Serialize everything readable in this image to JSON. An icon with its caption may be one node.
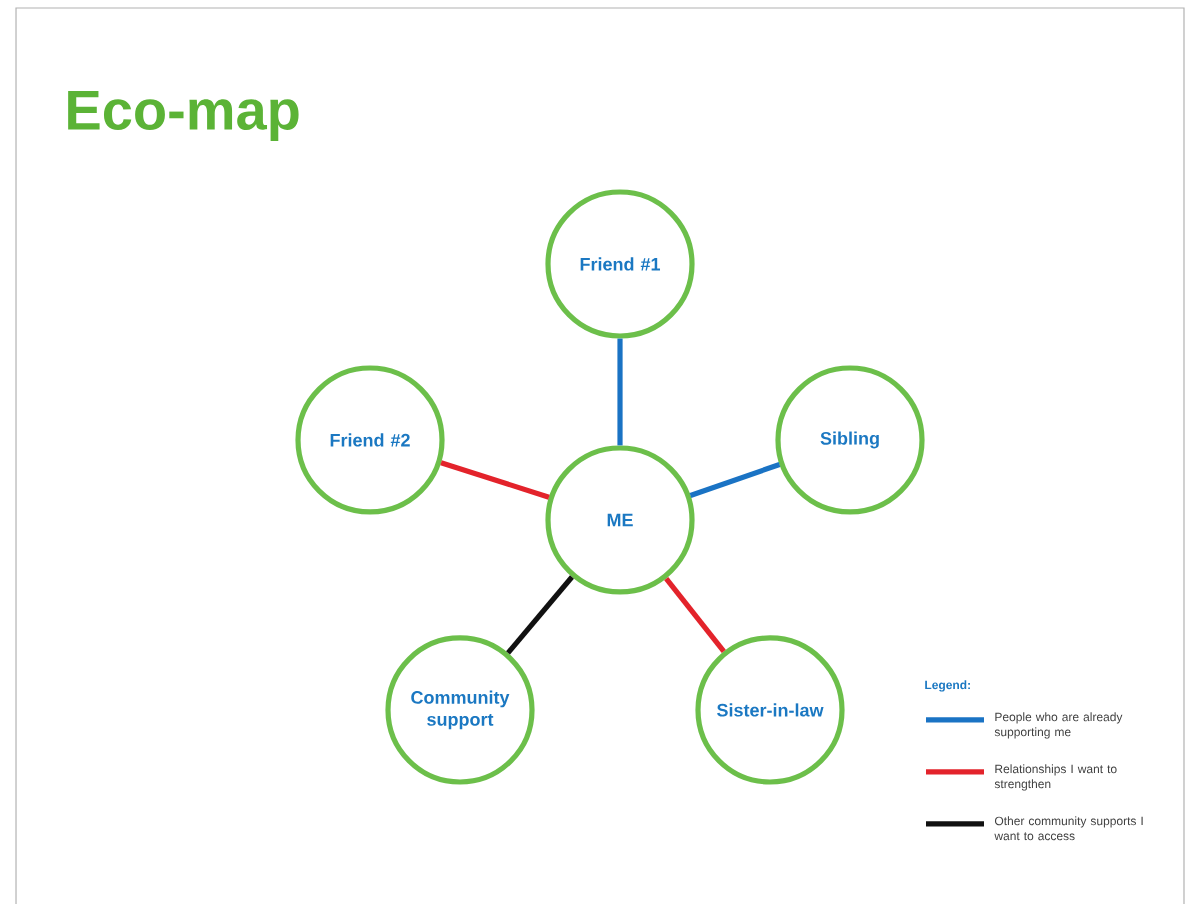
{
  "diagram": {
    "title": "Eco-map",
    "nodes": [
      {
        "text": [
          "Friend #1"
        ]
      },
      {
        "text": [
          "Friend #2"
        ]
      },
      {
        "text": [
          "ME"
        ]
      },
      {
        "text": [
          "Sibling"
        ]
      },
      {
        "text": [
          "Community support"
        ]
      },
      {
        "text": [
          "Sister-in-law"
        ]
      }
    ],
    "edges": [
      {
        "from": 2,
        "to": 0,
        "arrow": "none",
        "color": "#1a73c4"
      },
      {
        "from": 2,
        "to": 1,
        "arrow": "none",
        "color": "#e3232b"
      },
      {
        "from": 2,
        "to": 3,
        "arrow": "none",
        "color": "#1a73c4"
      },
      {
        "from": 2,
        "to": 4,
        "arrow": "none",
        "color": "#111111"
      },
      {
        "from": 2,
        "to": 5,
        "arrow": "none",
        "color": "#e3232b"
      }
    ],
    "labels": [
      "Legend:"
    ],
    "legend": [
      {
        "text": "People who are already supporting me",
        "color": "#1a73c4"
      },
      {
        "text": "Relationships I want to strengthen",
        "color": "#e3232b"
      },
      {
        "text": "Other community supports I want to access",
        "color": "#111111"
      }
    ]
  }
}
